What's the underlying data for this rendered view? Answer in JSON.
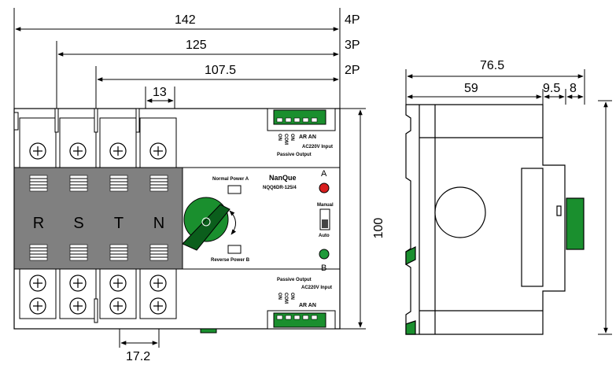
{
  "dimensions": {
    "width_4p": "142",
    "pole_4p": "4P",
    "width_3p": "125",
    "pole_3p": "3P",
    "width_2p": "107.5",
    "pole_2p": "2P",
    "pole_pitch": "13",
    "terminal_pitch": "17.2",
    "height": "100",
    "side_depth_total": "76.5",
    "side_depth_body": "59",
    "side_depth_step": "9.5",
    "side_depth_handle": "8"
  },
  "front": {
    "phases": [
      "R",
      "S",
      "T",
      "N"
    ],
    "brand": "NanQue",
    "model": "NQQ6DR-125/4",
    "normal_power_label": "Normal Power A",
    "reverse_power_label": "Reverse Power B",
    "indicator_a": "A",
    "indicator_b": "B",
    "manual_label": "Manual",
    "auto_label": "Auto",
    "top_terminal": {
      "on_label": "ON",
      "com_label": "COM",
      "on2_label": "ON",
      "ar_an": "AR AN",
      "passive_output": "Passive Output",
      "ac_input": "AC220V Input"
    },
    "bottom_terminal": {
      "passive_output": "Passive Output",
      "ac_input": "AC220V Input",
      "on_label": "ON",
      "com_label": "COM",
      "on2_label": "ON",
      "ar_an": "AR AN"
    }
  },
  "colors": {
    "line": "#000000",
    "body_gray": "#808080",
    "green": "#1a8f2e",
    "green_dark": "#0b5e1c",
    "red": "#d81e1e",
    "indicator_green": "#1f9a3a"
  }
}
